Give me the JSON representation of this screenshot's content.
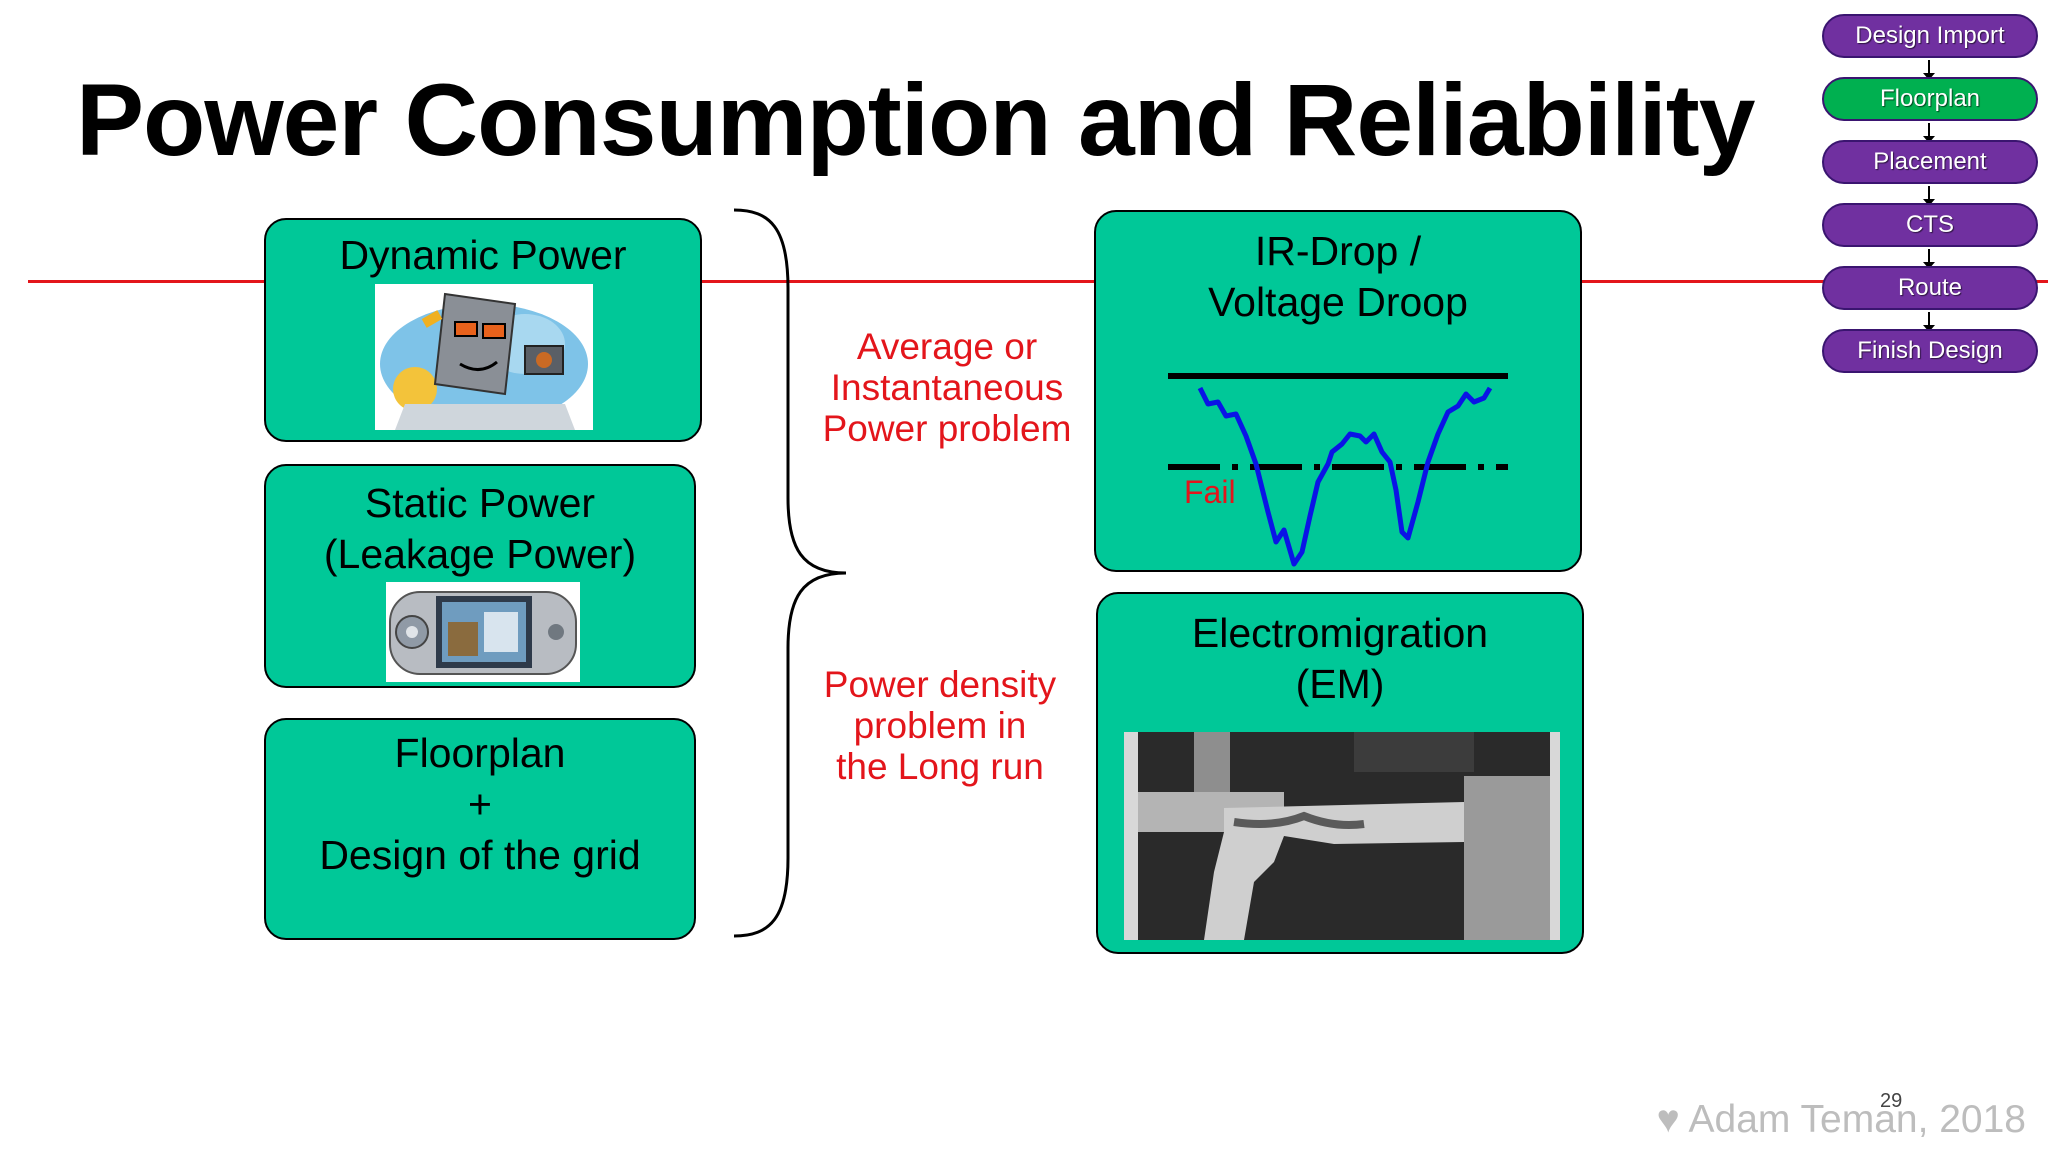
{
  "slide": {
    "title": "Power Consumption and Reliability",
    "slide_number": "29",
    "footer_text": "Adam Teman, 2018",
    "footer_icon": "heart-icon"
  },
  "flow": {
    "steps": [
      {
        "label": "Design Import",
        "color": "#7030a0"
      },
      {
        "label": "Floorplan",
        "color": "#00b050"
      },
      {
        "label": "Placement",
        "color": "#7030a0"
      },
      {
        "label": "CTS",
        "color": "#7030a0"
      },
      {
        "label": "Route",
        "color": "#7030a0"
      },
      {
        "label": "Finish Design",
        "color": "#7030a0"
      }
    ],
    "active": "Floorplan"
  },
  "left_boxes": {
    "dynamic": {
      "label": "Dynamic Power",
      "image": "cartoon-chip-illustration"
    },
    "static": {
      "label": "Static Power\n(Leakage Power)",
      "image": "mobile-phone-photo"
    },
    "floorplan": {
      "label": "Floorplan\n+\nDesign of the grid"
    }
  },
  "middle": {
    "top_text": "Average or\nInstantaneous\n Power problem",
    "bottom_text": "Power density\n  problem in\nthe  Long run"
  },
  "right_boxes": {
    "irdrop": {
      "label": "IR-Drop /\nVoltage Droop",
      "fail_label": "Fail"
    },
    "em": {
      "label": "Electromigration\n(EM)",
      "image": "electromigration-micrograph"
    }
  },
  "colors": {
    "box_fill": "#00c898",
    "accent_red": "#e3151b",
    "flow_purple": "#7030a0",
    "flow_green": "#00b050",
    "waveform_blue": "#0a14e6"
  }
}
